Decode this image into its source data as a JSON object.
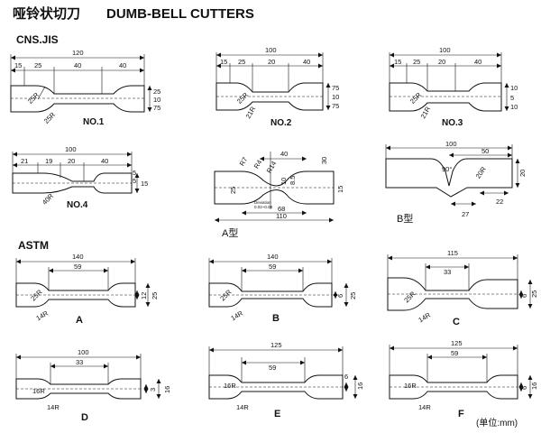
{
  "title": {
    "cn": "哑铃状切刀",
    "en": "DUMB-BELL CUTTERS"
  },
  "units_note": "(单位:mm)",
  "sections": {
    "cns": "CNS.JIS",
    "astm": "ASTM"
  },
  "labels": {
    "no1": "NO.1",
    "no2": "NO.2",
    "no3": "NO.3",
    "no4": "NO.4",
    "atype": "A型",
    "btype": "B型",
    "a": "A",
    "b": "B",
    "c": "C",
    "d": "D",
    "e": "E",
    "f": "F"
  },
  "dims": {
    "no1": {
      "total": "120",
      "seg": [
        "15",
        "25",
        "40",
        "40"
      ],
      "r1": "25R",
      "r2": "25R",
      "h": [
        "25",
        "10",
        "75"
      ]
    },
    "no2": {
      "total": "100",
      "seg": [
        "15",
        "25",
        "20",
        "40"
      ],
      "r1": "25R",
      "r2": "21R",
      "h": [
        "75",
        "10",
        "75"
      ]
    },
    "no3": {
      "total": "100",
      "seg": [
        "15",
        "25",
        "20",
        "40"
      ],
      "r1": "25R",
      "r2": "21R",
      "h": [
        "10",
        "5",
        "10"
      ]
    },
    "no4": {
      "total": "100",
      "seg": [
        "21",
        "19",
        "20",
        "40"
      ],
      "r1": "40R",
      "h": [
        "5",
        "5",
        "15"
      ]
    },
    "atype": {
      "top": "40",
      "r1": "R7",
      "r2": "R4",
      "r3": "R14",
      "h": [
        "25",
        "10",
        "8.5",
        "15",
        "30"
      ],
      "w1": "68",
      "w2": "110",
      "note1": "Deviation",
      "note2": "0.02~0.08"
    },
    "btype": {
      "total": "100",
      "top": "50",
      "ang": "90°",
      "r1": "20R",
      "h": "20",
      "w1": "27",
      "w2": "22"
    },
    "a": {
      "total": "140",
      "inner": "59",
      "r1": "25R",
      "r2": "14R",
      "h": [
        "12",
        "25"
      ]
    },
    "b": {
      "total": "140",
      "inner": "59",
      "r1": "25R",
      "r2": "14R",
      "h": [
        "6",
        "25"
      ]
    },
    "c": {
      "total": "115",
      "inner": "33",
      "r1": "25R",
      "r2": "14R",
      "h": [
        "6",
        "25"
      ]
    },
    "d": {
      "total": "100",
      "inner": "33",
      "r1": "16R",
      "r2": "14R",
      "h": [
        "3",
        "16"
      ]
    },
    "e": {
      "total": "125",
      "inner": "59",
      "r1": "16R",
      "r2": "14R",
      "h": [
        "6",
        "16"
      ]
    },
    "f": {
      "total": "125",
      "inner": "59",
      "r1": "16R",
      "r2": "14R",
      "h": [
        "6",
        "16"
      ]
    }
  }
}
